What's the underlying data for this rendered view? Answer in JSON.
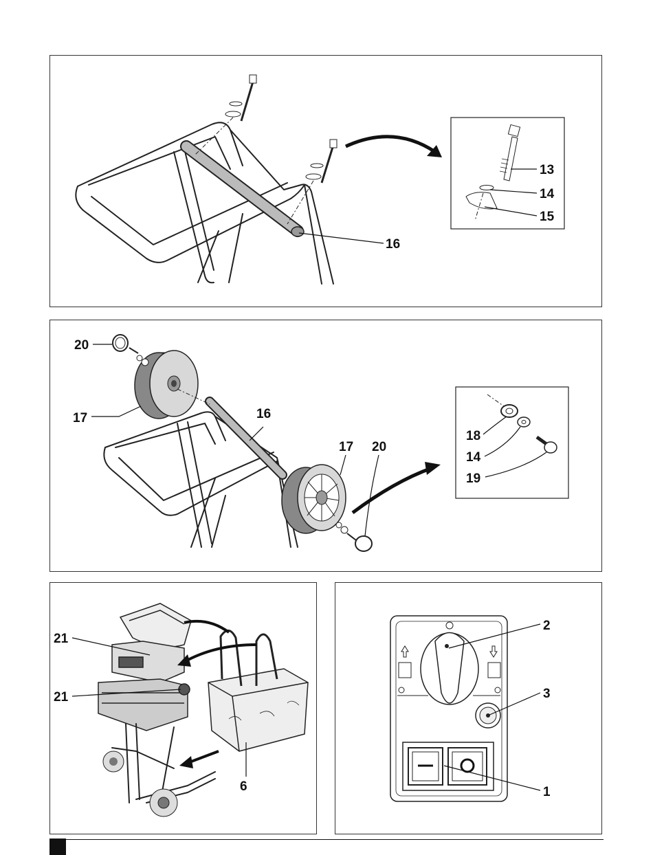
{
  "figure1": {
    "callouts": {
      "c13": "13",
      "c14": "14",
      "c15": "15",
      "c16": "16"
    }
  },
  "figure2": {
    "callouts": {
      "c20a": "20",
      "c17a": "17",
      "c16": "16",
      "c17b": "17",
      "c20b": "20",
      "c18": "18",
      "c14": "14",
      "c19": "19"
    }
  },
  "figure3": {
    "callouts": {
      "c21a": "21",
      "c21b": "21",
      "c6": "6"
    }
  },
  "figure4": {
    "callouts": {
      "c2": "2",
      "c3": "3",
      "c1": "1"
    }
  }
}
